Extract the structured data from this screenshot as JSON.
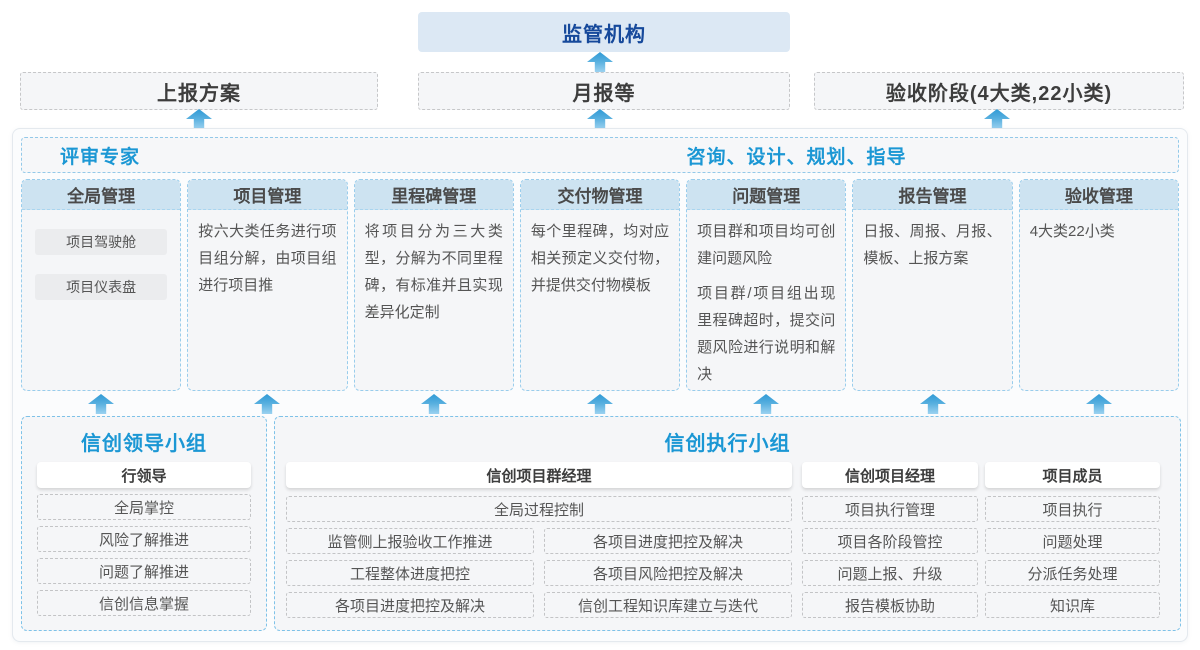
{
  "top": {
    "regulator": "监管机构",
    "channels": [
      {
        "label": "上报方案"
      },
      {
        "label": "月报等"
      },
      {
        "label": "验收阶段(4大类,22小类)"
      }
    ]
  },
  "platform": {
    "left_title": "评审专家",
    "right_title": "咨询、设计、规划、指导",
    "columns": [
      {
        "title": "全局管理",
        "pills": [
          "项目驾驶舱",
          "项目仪表盘"
        ]
      },
      {
        "title": "项目管理",
        "body": "按六大类任务进行项目组分解，由项目组进行项目推"
      },
      {
        "title": "里程碑管理",
        "body": "将项目分为三大类型，分解为不同里程碑，有标准并且实现差异化定制"
      },
      {
        "title": "交付物管理",
        "body": "每个里程碑，均对应相关预定义交付物，并提供交付物模板"
      },
      {
        "title": "问题管理",
        "body": "项目群和项目均可创建问题风险",
        "body2": "项目群/项目组出现里程碑超时，提交问题风险进行说明和解决"
      },
      {
        "title": "报告管理",
        "body": "日报、周报、月报、模板、上报方案"
      },
      {
        "title": "验收管理",
        "body": "4大类22小类"
      }
    ]
  },
  "bottom": {
    "leader_group": {
      "title": "信创领导小组",
      "role": "行领导",
      "items": [
        "全局掌控",
        "风险了解推进",
        "问题了解推进",
        "信创信息掌握"
      ]
    },
    "exec_group": {
      "title": "信创执行小组",
      "program_manager": {
        "role": "信创项目群经理",
        "full_item": "全局过程控制",
        "left_items": [
          "监管侧上报验收工作推进",
          "工程整体进度把控",
          "各项目进度把控及解决"
        ],
        "right_items": [
          "各项目进度把控及解决",
          "各项目风险把控及解决",
          "信创工程知识库建立与迭代"
        ]
      },
      "project_manager": {
        "role": "信创项目经理",
        "items": [
          "项目执行管理",
          "项目各阶段管控",
          "问题上报、升级",
          "报告模板协助"
        ]
      },
      "member": {
        "role": "项目成员",
        "items": [
          "项目执行",
          "问题处理",
          "分派任务处理",
          "知识库"
        ]
      }
    }
  },
  "colors": {
    "accent_blue": "#1b97d4",
    "dark_blue": "#16499b",
    "header_fill": "#cde3f1",
    "regulator_fill": "#dce8f4",
    "arrow_blue": "#2f9ad5"
  }
}
